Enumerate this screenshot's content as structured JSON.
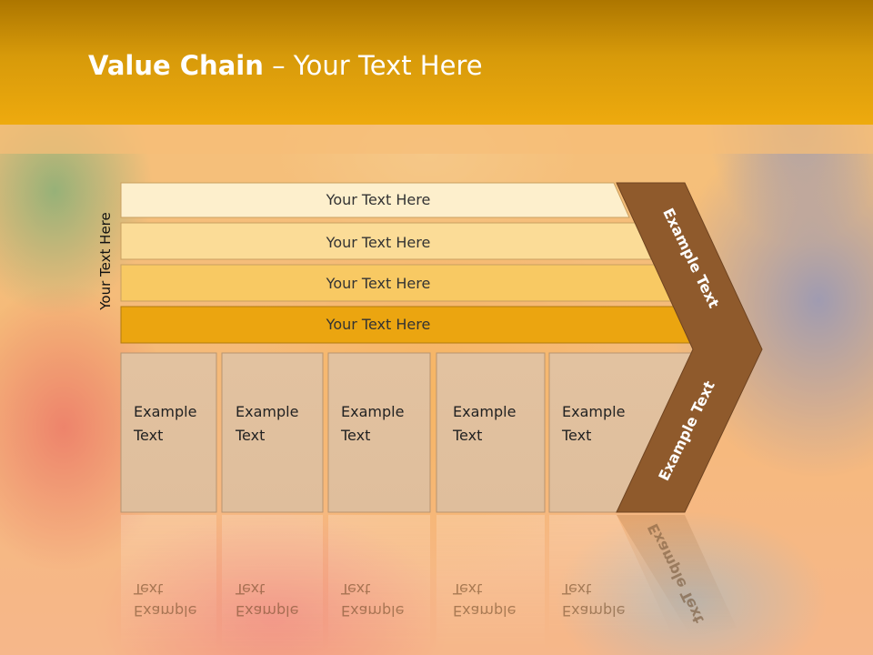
{
  "slide": {
    "title_bold": "Value Chain",
    "title_rest": " – Your Text Here",
    "side_label": "Your Text Here",
    "bars": [
      {
        "label": "Your Text Here",
        "color": "#fdefcc"
      },
      {
        "label": "Your Text Here",
        "color": "#fbdc97"
      },
      {
        "label": "Your Text Here",
        "color": "#f8c963"
      },
      {
        "label": "Your Text Here",
        "color": "#eba510"
      }
    ],
    "boxes": [
      {
        "line1": "Example",
        "line2": "Text"
      },
      {
        "line1": "Example",
        "line2": "Text"
      },
      {
        "line1": "Example",
        "line2": "Text"
      },
      {
        "line1": "Example",
        "line2": "Text"
      },
      {
        "line1": "Example",
        "line2": "Text"
      }
    ],
    "chevron_top_label": "Example Text",
    "chevron_bottom_label": "Example Text",
    "colors": {
      "header": "#eeaa0e",
      "box_fill": "#e2c2a0",
      "chevron": "#8f5a2c",
      "title_text": "#ffffff"
    }
  }
}
